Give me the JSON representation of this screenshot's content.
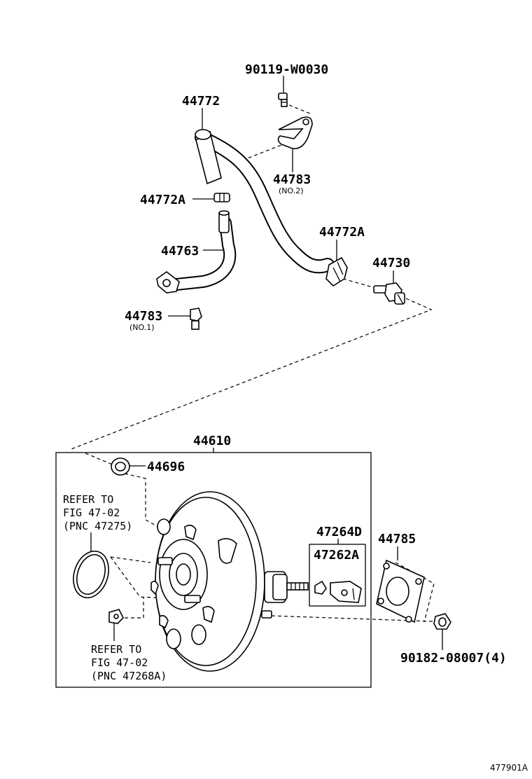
{
  "parts": {
    "p90119": "90119-W0030",
    "p44772": "44772",
    "p44783_no2": "44783",
    "p44783_no2_sub": "(NO.2)",
    "p44772A_top": "44772A",
    "p44763": "44763",
    "p44772A_right": "44772A",
    "p44730": "44730",
    "p44783_no1": "44783",
    "p44783_no1_sub": "(NO.1)",
    "p44610": "44610",
    "p44696": "44696",
    "p47264D": "47264D",
    "p47262A": "47262A",
    "p44785": "44785",
    "p90182": "90182-08007(4)"
  },
  "refs": {
    "ref1": [
      "REFER TO",
      "FIG 47-02",
      "(PNC 47275)"
    ],
    "ref2": [
      "REFER TO",
      "FIG 47-02",
      "(PNC 47268A)"
    ]
  },
  "figure_code": "477901A"
}
